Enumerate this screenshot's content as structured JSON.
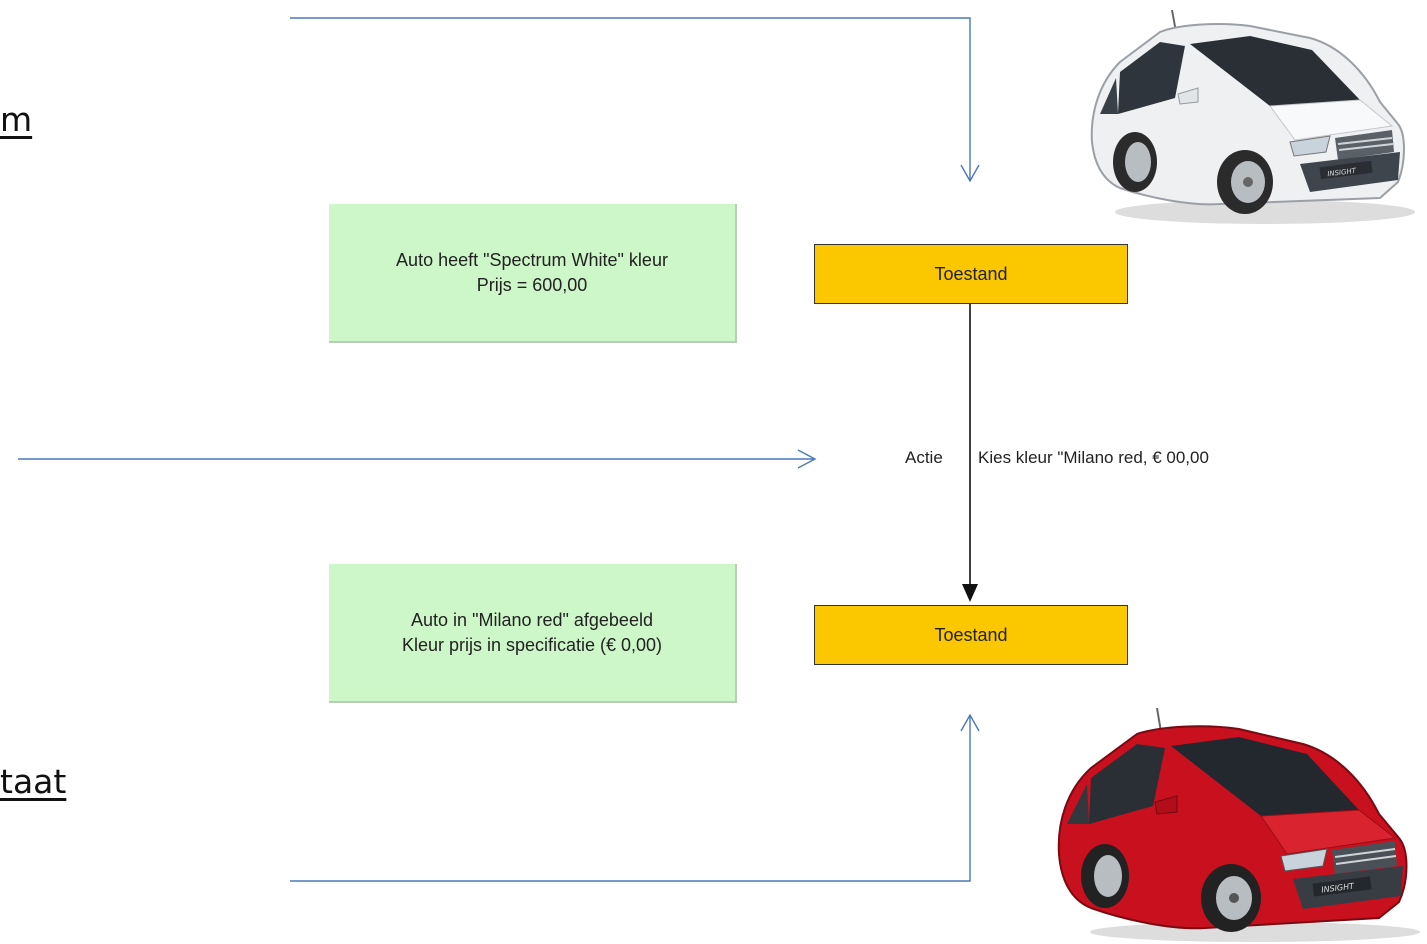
{
  "left_labels": {
    "upper": "m",
    "lower": "taat"
  },
  "notes": {
    "before_state": {
      "line1": "Auto heeft \"Spectrum White\" kleur",
      "line2": "Prijs =  600,00"
    },
    "after_state": {
      "line1": "Auto in \"Milano red\" afgebeeld",
      "line2": "Kleur prijs in specificatie (€ 0,00)"
    }
  },
  "states": {
    "top": "Toestand",
    "bottom": "Toestand"
  },
  "transition": {
    "action_label": "Actie",
    "action_text": "Kies kleur \"Milano red, € 00,00"
  },
  "car_images": {
    "top": {
      "color": "white",
      "badge": "INSIGHT"
    },
    "bottom": {
      "color": "red",
      "badge": "INSIGHT"
    }
  },
  "colors": {
    "note_fill": "#cdf7c8",
    "state_fill": "#fbc800",
    "connector": "#4a78b8",
    "red_car": "#c8101e",
    "white_car": "#eef0f2"
  }
}
